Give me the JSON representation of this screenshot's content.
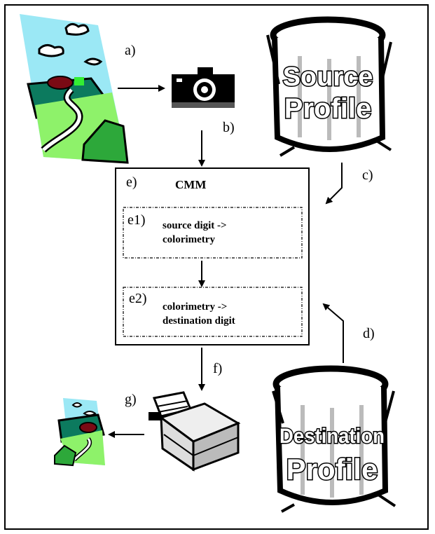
{
  "labels": {
    "a": "a)",
    "b": "b)",
    "c": "c)",
    "d": "d)",
    "e": "e)",
    "e1": "e1)",
    "e2": "e2)",
    "f": "f)",
    "g": "g)"
  },
  "cmm": {
    "title": "CMM",
    "step1": {
      "line1": "source digit ->",
      "line2": "colorimetry"
    },
    "step2": {
      "line1": "colorimetry ->",
      "line2": "destination digit"
    }
  },
  "source_profile": {
    "line1": "Source",
    "line2": "Profile"
  },
  "destination_profile": {
    "line1": "Destination",
    "line2": "Profile"
  },
  "icons": {
    "source_image": "landscape-image-icon",
    "camera": "camera-icon",
    "printer": "printer-icon",
    "output_image": "landscape-print-icon",
    "source_profile": "profile-cylinder-icon",
    "destination_profile": "profile-cylinder-icon"
  },
  "colors": {
    "sky": "#9be8f5",
    "grass": "#8ef26a",
    "hills": "#0c7a5e",
    "barn": "#7a0a14",
    "trees": "#2da83a"
  }
}
